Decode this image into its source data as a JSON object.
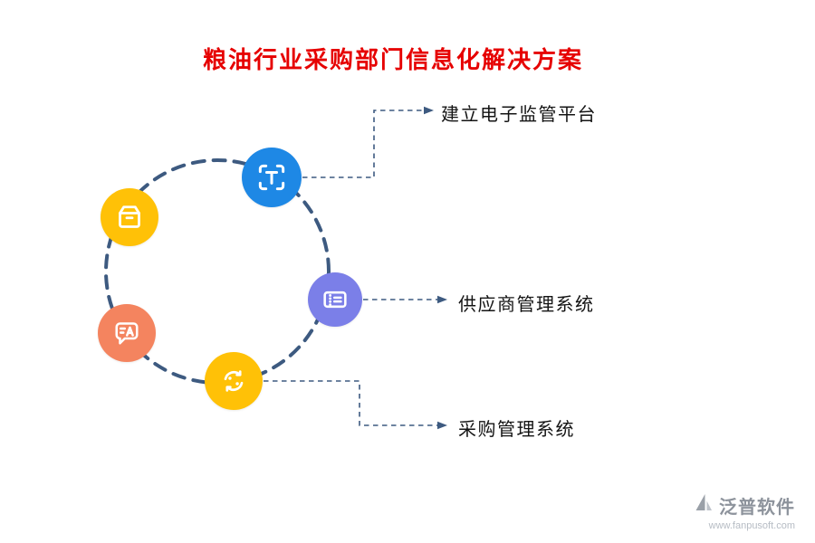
{
  "title": "粮油行业采购部门信息化解决方案",
  "theme": {
    "title_color": "#e60000",
    "circle_color": "#3d5a80",
    "connector_color": "#3d5a80",
    "label_color": "#141414"
  },
  "diagram": {
    "nodes": [
      {
        "id": "text-scan",
        "icon": "text-scan-icon",
        "color": "#1e88e5"
      },
      {
        "id": "open-box",
        "icon": "open-box-icon",
        "color": "#ffc107"
      },
      {
        "id": "translate",
        "icon": "translate-chat-icon",
        "color": "#f4845f"
      },
      {
        "id": "ticket",
        "icon": "ticket-icon",
        "color": "#7b7fe8"
      },
      {
        "id": "sync",
        "icon": "sync-icon",
        "color": "#ffc107"
      }
    ],
    "callouts": [
      {
        "text": "建立电子监管平台",
        "node": "text-scan"
      },
      {
        "text": "供应商管理系统",
        "node": "ticket"
      },
      {
        "text": "采购管理系统",
        "node": "sync"
      }
    ]
  },
  "footer": {
    "logo_text": "泛普软件",
    "website": "www.fanpusoft.com"
  }
}
